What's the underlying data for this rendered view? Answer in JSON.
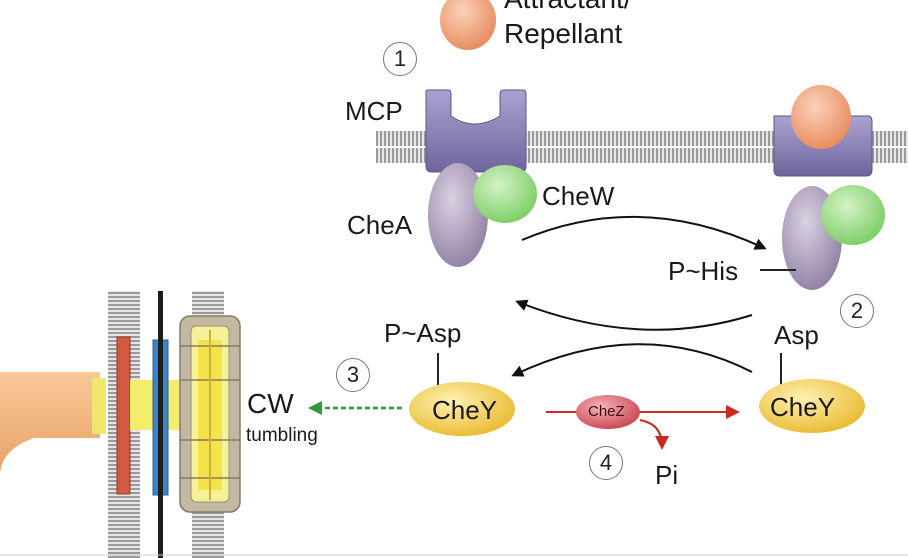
{
  "labels": {
    "attractant": "Attractant/",
    "repellant": "Repellant",
    "mcp": "MCP",
    "chew": "CheW",
    "chea": "CheA",
    "p_his": "P~His",
    "p_asp": "P~Asp",
    "asp": "Asp",
    "chey_left": "CheY",
    "chey_right": "CheY",
    "chez": "CheZ",
    "pi": "Pi",
    "cw": "CW",
    "tumbling": "tumbling"
  },
  "steps": [
    "1",
    "2",
    "3",
    "4"
  ],
  "colors": {
    "membrane": "#b5b5b5",
    "mcp": "#8f86b8",
    "chea": "#a79ab6",
    "chew": "#9fdc8c",
    "ligand": "#f2a27a",
    "chey": "#f4cf55",
    "chez": "#d9606a",
    "red_arrow": "#cc2a1f",
    "green_arrow": "#2f9a3a",
    "motor_body": "#f3b57d"
  }
}
